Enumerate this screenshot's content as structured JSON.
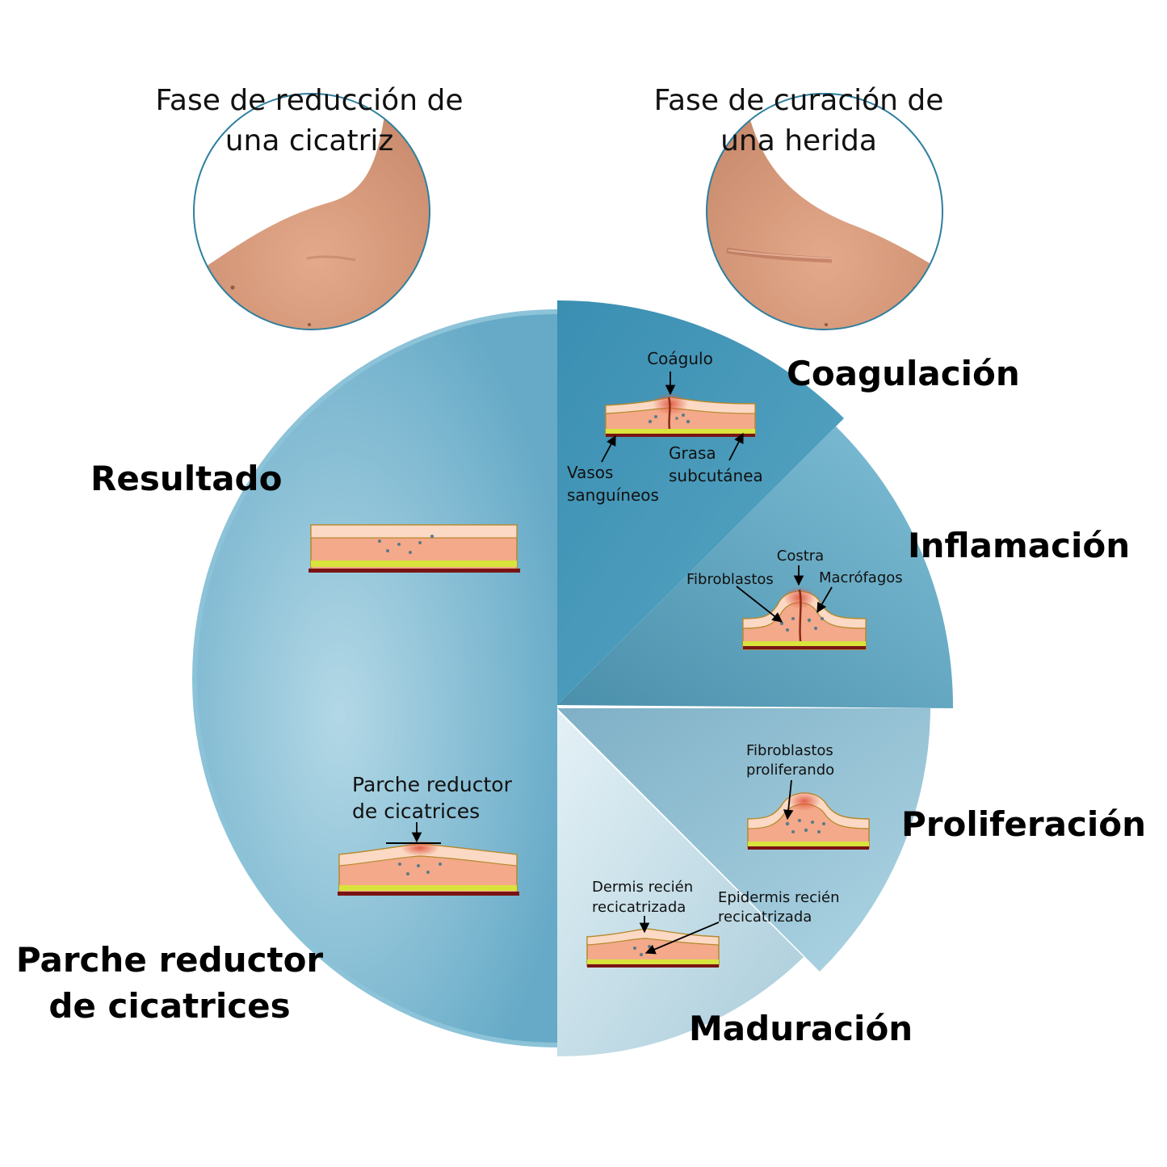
{
  "header": {
    "left_photo_title": [
      "Fase de reducción de",
      "una cicatriz"
    ],
    "right_photo_title": [
      "Fase de curación de",
      "una herida"
    ]
  },
  "phases": {
    "coagulacion": "Coagulación",
    "inflamacion": "Inflamación",
    "proliferacion": "Proliferación",
    "maduracion": "Maduración",
    "resultado": "Resultado",
    "parche": [
      "Parche reductor",
      "de cicatrices"
    ]
  },
  "labels": {
    "coagulo": "Coágulo",
    "vasos": [
      "Vasos",
      "sanguíneos"
    ],
    "grasa": [
      "Grasa",
      "subcutánea"
    ],
    "costra": "Costra",
    "fibroblastos": "Fibroblastos",
    "macrofagos": "Macrófagos",
    "fibroblastos_prolif": [
      "Fibroblastos",
      "proliferando"
    ],
    "dermis": [
      "Dermis recién",
      "recicatrizada"
    ],
    "epidermis": [
      "Epidermis recién",
      "recicatrizada"
    ],
    "parche_callout": [
      "Parche reductor",
      "de cicatrices"
    ]
  },
  "colors": {
    "skin": "#f3a98a",
    "skin_light": "#fbd9c4",
    "fat": "#d8e33c",
    "base": "#7a1414",
    "blue_dark": "#3f93b5",
    "blue_mid": "#63a9c6",
    "blue_light": "#c9e3ee"
  }
}
